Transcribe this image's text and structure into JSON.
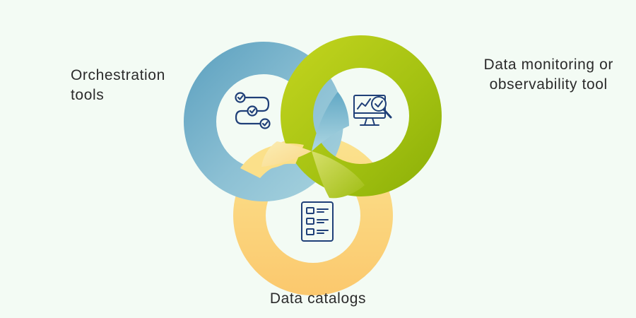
{
  "diagram": {
    "nodes": [
      {
        "id": "orchestration",
        "lines": [
          "Orchestration",
          "tools"
        ],
        "color": "#7fb7d1",
        "icon": "workflow-icon"
      },
      {
        "id": "monitoring",
        "lines": [
          "Data monitoring or",
          "observability tool"
        ],
        "color": "#a7c31a",
        "icon": "monitor-analytics-icon"
      },
      {
        "id": "catalogs",
        "lines": [
          "Data catalogs"
        ],
        "color": "#fbd279",
        "icon": "checklist-document-icon"
      }
    ],
    "colors": {
      "background": "#f3fbf4",
      "blue_dark": "#5a9fbe",
      "blue_light": "#a9d4df",
      "green_dark": "#8aae07",
      "green_light": "#c4d51f",
      "yellow_light": "#fbe38f",
      "yellow_dark": "#fbc86d",
      "icon_stroke": "#1f3f78",
      "text": "#2b2b2b"
    }
  }
}
